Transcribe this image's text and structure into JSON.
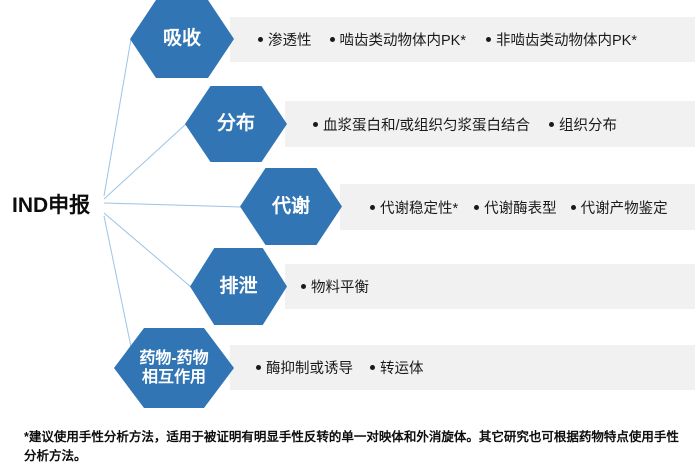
{
  "diagram": {
    "root_label": "IND申报",
    "stages": [
      {
        "name": "absorption",
        "hex_label": "吸收",
        "items": [
          "渗透性",
          "啮齿类动物体内PK*",
          "非啮齿类动物体内PK*"
        ]
      },
      {
        "name": "distribution",
        "hex_label": "分布",
        "items": [
          "血浆蛋白和/或组织匀浆蛋白结合",
          "组织分布"
        ]
      },
      {
        "name": "metabolism",
        "hex_label": "代谢",
        "items": [
          "代谢稳定性*",
          "代谢酶表型",
          "代谢产物鉴定"
        ]
      },
      {
        "name": "excretion",
        "hex_label": "排泄",
        "items": [
          "物料平衡"
        ]
      },
      {
        "name": "drug-drug-interaction",
        "hex_label_line1": "药物-药物",
        "hex_label_line2": "相互作用",
        "items": [
          "酶抑制或诱导",
          "转运体"
        ]
      }
    ],
    "footnote": "*建议使用手性分析方法，适用于被证明有明显手性反转的单一对映体和外消旋体。其它研究也可根据药物特点使用手性分析方法。",
    "colors": {
      "hexagon_blue": "#3175b4",
      "bar_gray": "#f1f1f1",
      "connector_line": "#9dc3e6",
      "text_dark": "#1a1a1a"
    }
  }
}
